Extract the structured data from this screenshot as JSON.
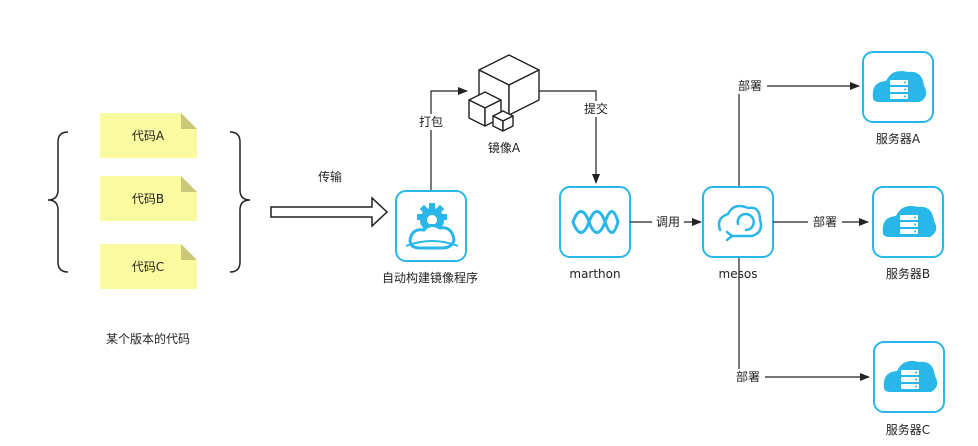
{
  "code_notes": [
    {
      "label": "代码A"
    },
    {
      "label": "代码B"
    },
    {
      "label": "代码C"
    }
  ],
  "code_group_caption": "某个版本的代码",
  "transfer_label": "传输",
  "builder": {
    "label": "自动构建镜像程序"
  },
  "package_label": "打包",
  "image": {
    "label": "镜像A"
  },
  "submit_label": "提交",
  "marathon": {
    "label": "marthon"
  },
  "invoke_label": "调用",
  "mesos": {
    "label": "mesos"
  },
  "deploy_labels": [
    "部署",
    "部署",
    "部署"
  ],
  "servers": [
    {
      "label": "服务器A"
    },
    {
      "label": "服务器B"
    },
    {
      "label": "服务器C"
    }
  ],
  "colors": {
    "accent": "#29b6e8",
    "note_fill": "#fafaa0",
    "note_fold": "#c8c878",
    "line": "#222222"
  }
}
